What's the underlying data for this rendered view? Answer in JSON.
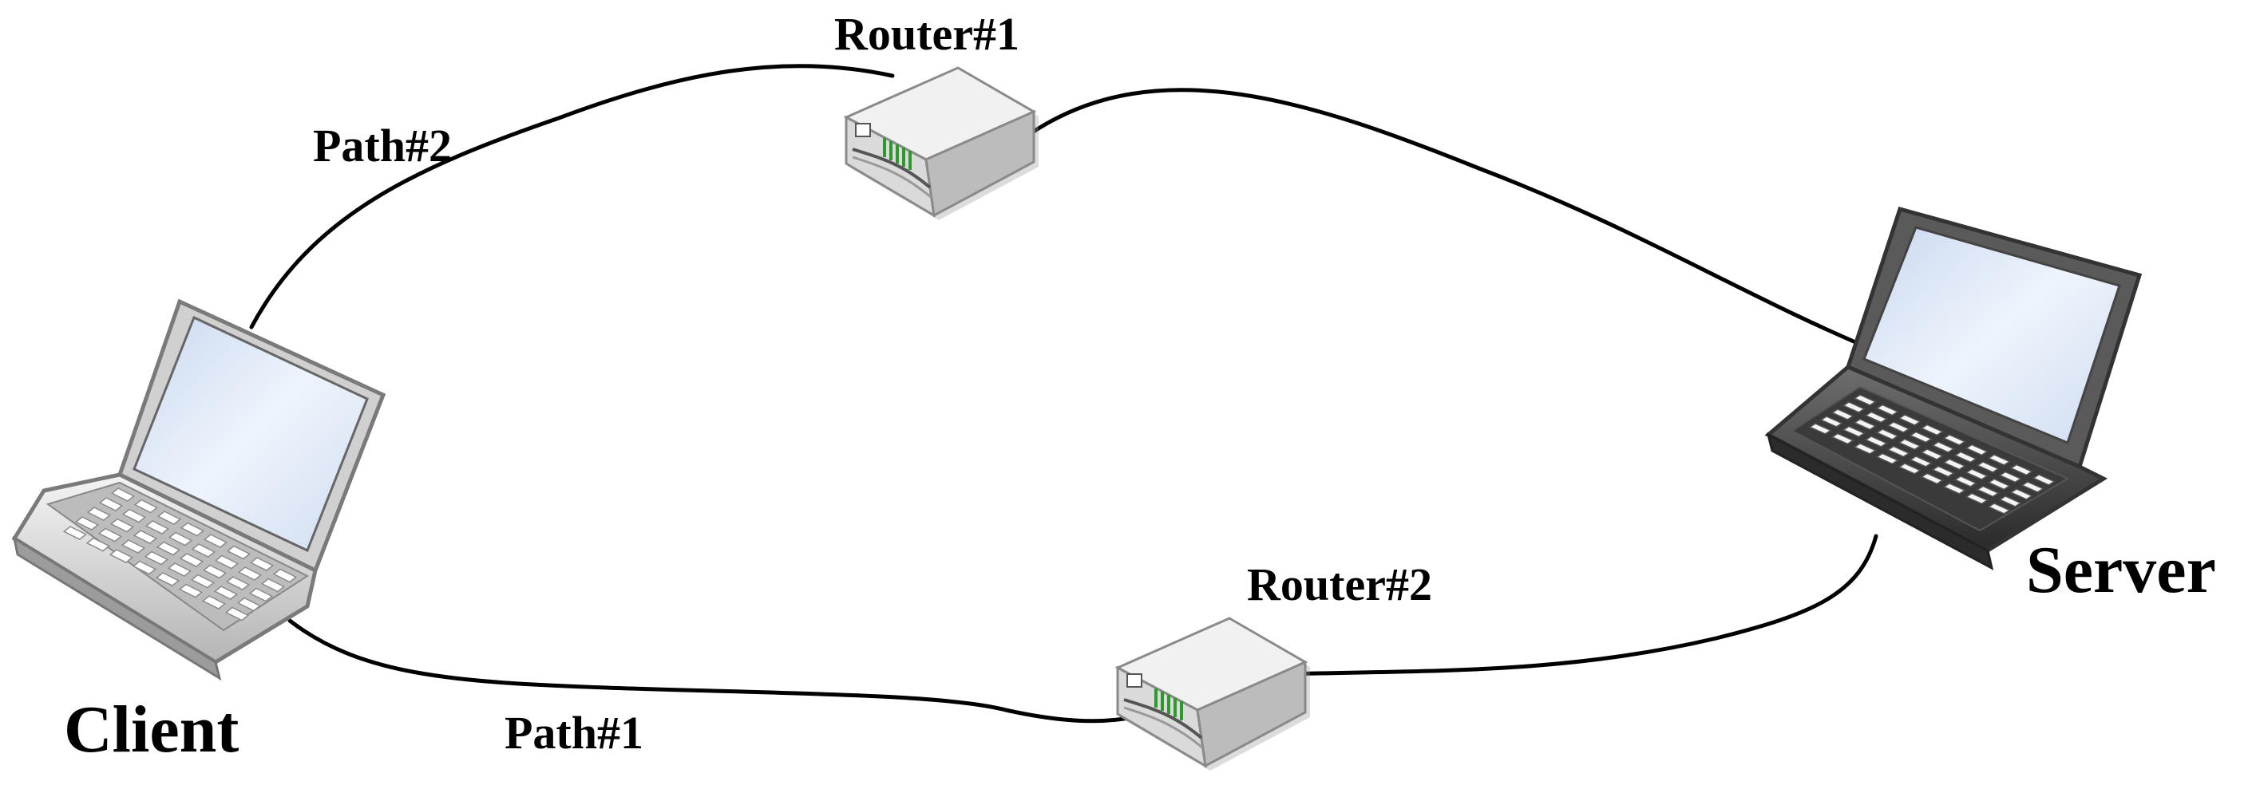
{
  "nodes": {
    "client": {
      "label": "Client",
      "icon": "laptop-icon"
    },
    "server": {
      "label": "Server",
      "icon": "laptop-icon"
    },
    "router1": {
      "label": "Router#1",
      "icon": "router-icon"
    },
    "router2": {
      "label": "Router#2",
      "icon": "router-icon"
    }
  },
  "paths": {
    "path1": {
      "label": "Path#1",
      "from": "client",
      "via": "router2",
      "to": "server"
    },
    "path2": {
      "label": "Path#2",
      "from": "client",
      "via": "router1",
      "to": "server"
    }
  },
  "colors": {
    "line": "#000000",
    "screen": "#dfe9f7",
    "router_led": "#2e9a2e",
    "device_body": "#d9d9d9"
  }
}
